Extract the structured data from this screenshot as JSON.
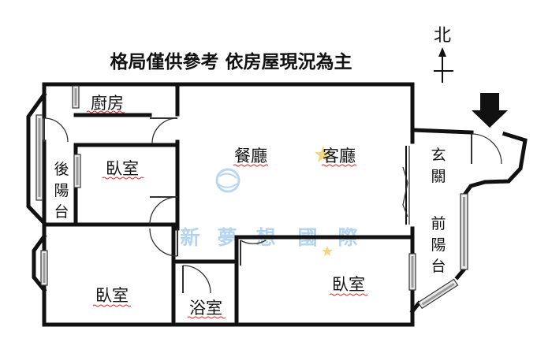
{
  "title": "格局僅供參考 依房屋現況為主",
  "compass": {
    "label": "北"
  },
  "entrance": {
    "icon": "down-arrow-icon"
  },
  "rooms": {
    "kitchen": "廚房",
    "bedroom_top_left": "臥室",
    "rear_balcony": [
      "後",
      "陽",
      "台"
    ],
    "dining": "餐廳",
    "living": "客廳",
    "foyer": [
      "玄",
      "關"
    ],
    "front_balcony": [
      "前",
      "陽",
      "台"
    ],
    "bedroom_bottom_left": "臥室",
    "bathroom": "浴室",
    "bedroom_bottom_right": "臥室"
  },
  "watermark": {
    "chars": [
      "新",
      "夢",
      "想",
      "國",
      "際"
    ],
    "colors": {
      "text": "#9cc6ea",
      "star": "#f2d06a"
    }
  }
}
